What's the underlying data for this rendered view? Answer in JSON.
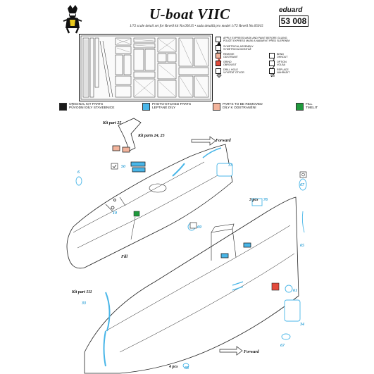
{
  "header": {
    "title": "U-boat VIIC",
    "brand": "eduard",
    "code": "53 008",
    "subtitle": "1/72 scale detail set for Revell kit No.05015 • sada detailů pro model 1/72 Revell No.05015"
  },
  "symbols": [
    {
      "text": "APPLY EXPRESS MASK AND PAINT BEFORE GLUING\nPOUŽÍT EXPRESS MASK A NABARVIT PŘED SLEPENÍM",
      "icon": "mask-paint-icon"
    },
    {
      "text": "SYMETRICAL ASSEMBLY\nSYMETRICKÁ MONTÁŽ",
      "icon": "symmetry-icon"
    },
    {
      "text": "REMOVE\nODSTRANIT",
      "icon": "remove-icon"
    },
    {
      "text": "BEND\nOHNOUT",
      "icon": "bend-icon"
    },
    {
      "text": "GRIND\nOBROUSIT",
      "icon": "grind-icon"
    },
    {
      "text": "OPTION\nVOLBA",
      "icon": "option-icon"
    },
    {
      "text": "DRILL HOLE\nVYVRTAT OTVOR",
      "icon": "drill-icon"
    },
    {
      "text": "REPLACE\nNAHRADIT",
      "icon": "replace-icon"
    }
  ],
  "legend": [
    {
      "text": "ORIGINAL KIT PARTS\nPŮVODNÍ DÍLY STAVEBNICE",
      "color": "#1a1a1a"
    },
    {
      "text": "PHOTO-ETCHED PARTS\nLEPTANÉ DÍLY",
      "color": "#49b6e8"
    },
    {
      "text": "PARTS TO BE REMOVED\nDÍLY K ODSTRANĚNÍ",
      "color": "#f3b49c"
    },
    {
      "text": "FILL\nTMELIT",
      "color": "#1f9a3c"
    }
  ],
  "drawing": {
    "labels": {
      "kit25": "Kit part 25",
      "kit2425": "Kit parts 24, 25",
      "forward_top": "Forward",
      "forward_bottom": "Forward",
      "fill": "Fill",
      "kit111": "Kit part 111",
      "pcs3": "3 pcs",
      "pcs4": "4 pcs"
    },
    "numbers": {
      "n6": "6",
      "n50": "50",
      "n33": "33",
      "n67a": "67",
      "n69": "69",
      "n76": "76",
      "n61": "61",
      "n33b": "33",
      "n34": "34",
      "n67b": "67",
      "n68": "68",
      "n65": "65",
      "n10": "10"
    }
  }
}
